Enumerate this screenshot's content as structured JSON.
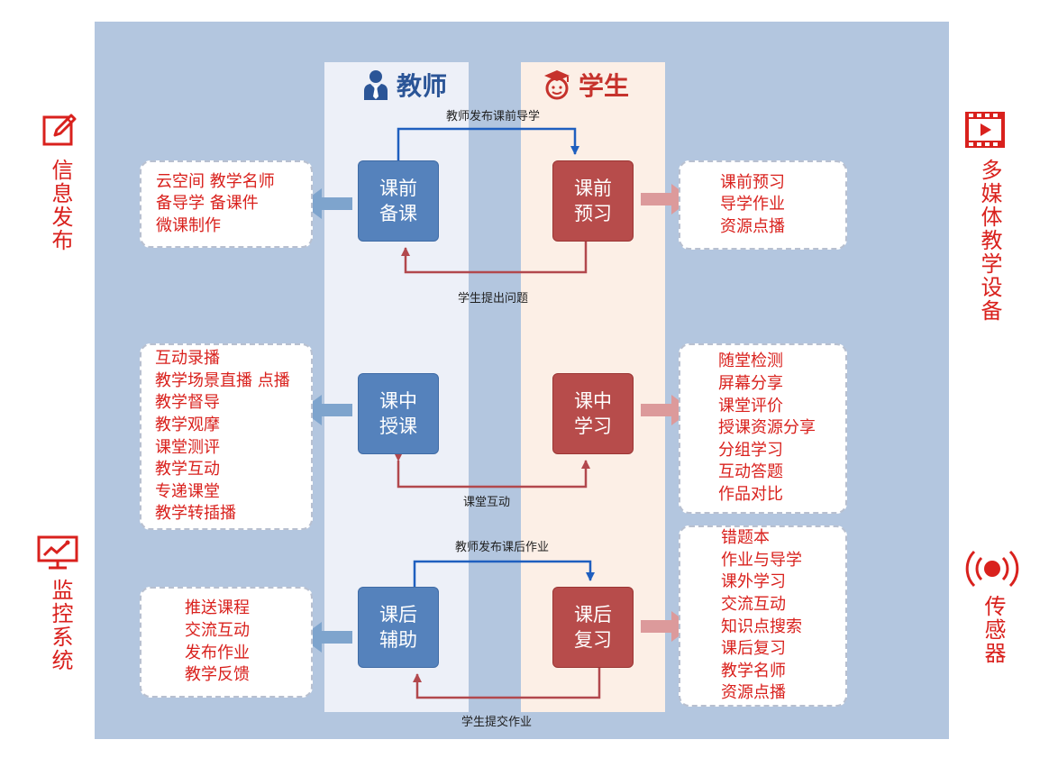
{
  "columns": {
    "teacher": "教师",
    "student": "学生"
  },
  "flows": {
    "top_forward": "教师发布课前导学",
    "top_back": "学生提出问题",
    "mid": "课堂互动",
    "bot_forward": "教师发布课后作业",
    "bot_back": "学生提交作业"
  },
  "nodes": {
    "pre_teacher": [
      "课前",
      "备课"
    ],
    "pre_student": [
      "课前",
      "预习"
    ],
    "mid_teacher": [
      "课中",
      "授课"
    ],
    "mid_student": [
      "课中",
      "学习"
    ],
    "post_teacher": [
      "课后",
      "辅助"
    ],
    "post_student": [
      "课后",
      "复习"
    ]
  },
  "lists": {
    "pre_teacher": [
      "云空间  教学名师",
      "备导学  备课件",
      "微课制作"
    ],
    "pre_student": [
      "课前预习",
      "导学作业",
      "资源点播"
    ],
    "mid_teacher": [
      "互动录播",
      "教学场景直播  点播",
      "教学督导",
      "教学观摩",
      "课堂测评",
      "教学互动",
      "专递课堂",
      "教学转插播"
    ],
    "mid_student": [
      "随堂检测",
      "屏幕分享",
      "课堂评价",
      "授课资源分享",
      "分组学习",
      "互动答题",
      "作品对比"
    ],
    "post_teacher": [
      "推送课程",
      "交流互动",
      "发布作业",
      "教学反馈"
    ],
    "post_student": [
      "错题本",
      "作业与导学",
      "课外学习",
      "交流互动",
      "知识点搜索",
      "课后复习",
      "教学名师",
      "资源点播"
    ]
  },
  "side": {
    "info_release": "信息发布",
    "monitoring": "监控系统",
    "multimedia": "多媒体教学设备",
    "sensor": "传感器"
  },
  "colors": {
    "teacher": "#5582bc",
    "student": "#b74c4b",
    "accent_red": "#d9211d",
    "arrow_blue": "#1f5fbf",
    "arrow_red": "#b2484d"
  }
}
